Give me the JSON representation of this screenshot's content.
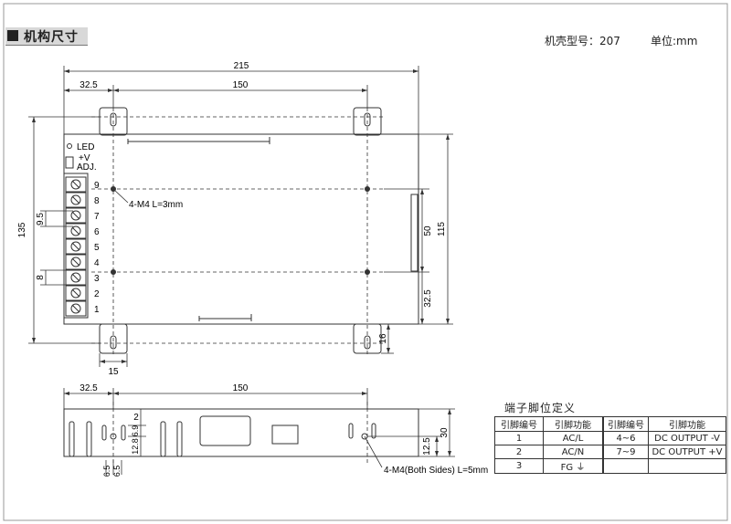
{
  "header": {
    "title": "机构尺寸",
    "model_label": "机壳型号：207",
    "unit_label": "单位:mm"
  },
  "top_view": {
    "dim_total_width": "215",
    "dim_left_offset": "32.5",
    "dim_hole_span": "150",
    "dim_height": "135",
    "dim_body_height": "115",
    "dim_mid_span": "50",
    "dim_bottom_offset": "32.5",
    "dim_ear_height": "16",
    "dim_ear_width": "15",
    "dim_pitch_a": "9.5",
    "dim_pitch_b": "8",
    "mount_note": "4-M4 L=3mm",
    "led_label": "LED",
    "v_label": "+V",
    "adj_label": "ADJ.",
    "terminals": [
      "9",
      "8",
      "7",
      "6",
      "5",
      "4",
      "3",
      "2",
      "1"
    ]
  },
  "side_view": {
    "dim_left_offset": "32.5",
    "dim_hole_span": "150",
    "dim_height": "30",
    "dim_hole_height": "12.5",
    "dim_a": "2",
    "dim_b": "6.9",
    "dim_c": "12.8",
    "dim_d": "6.5",
    "dim_e": "6.5",
    "mount_note": "4-M4(Both Sides) L=5mm"
  },
  "pin_table": {
    "title": "端子脚位定义",
    "headers": [
      "引脚编号",
      "引脚功能",
      "引脚编号",
      "引脚功能"
    ],
    "rows": [
      [
        "1",
        "AC/L",
        "4~6",
        "DC OUTPUT -V"
      ],
      [
        "2",
        "AC/N",
        "7~9",
        "DC OUTPUT +V"
      ],
      [
        "3",
        "FG ⏚",
        "",
        ""
      ]
    ]
  }
}
